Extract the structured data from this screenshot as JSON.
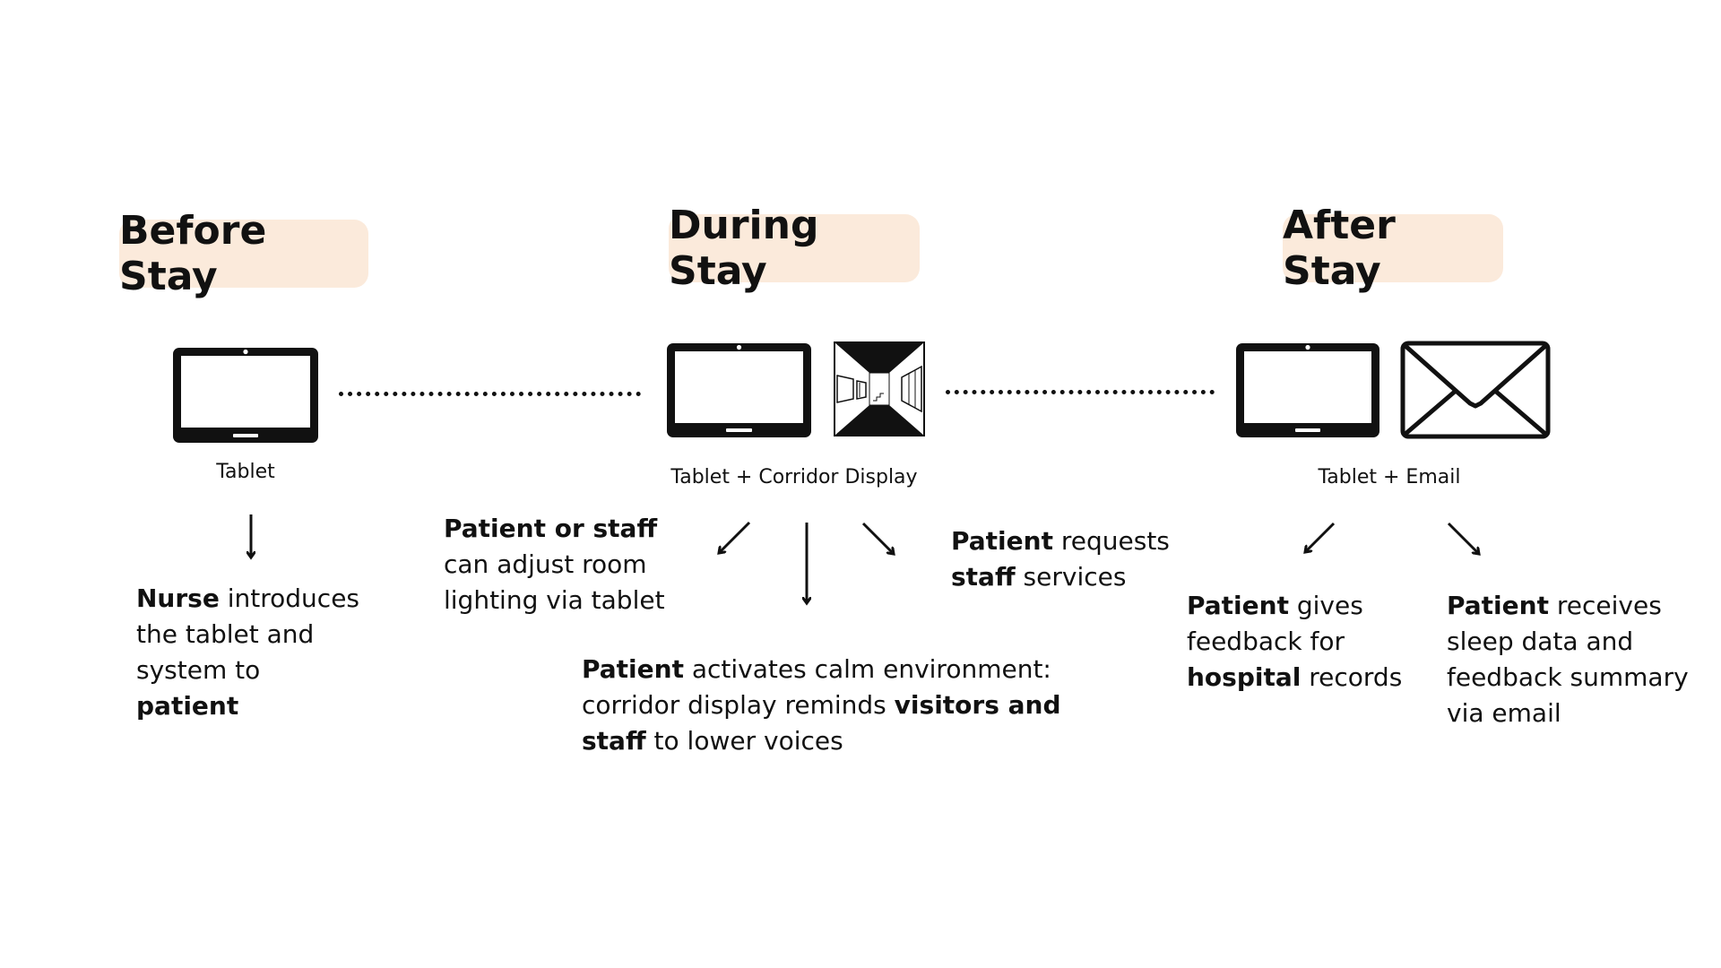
{
  "phases": {
    "before": {
      "title": "Before Stay",
      "device_label": "Tablet",
      "steps": [
        {
          "parts": [
            {
              "t": "Nurse",
              "b": true
            },
            {
              "t": " introduces the tablet and system to ",
              "b": false
            },
            {
              "t": "patient",
              "b": true
            }
          ]
        }
      ]
    },
    "during": {
      "title": "During Stay",
      "device_label": "Tablet + Corridor Display",
      "steps": [
        {
          "parts": [
            {
              "t": "Patient or staff",
              "b": true
            },
            {
              "t": " can adjust room lighting via tablet",
              "b": false
            }
          ]
        },
        {
          "parts": [
            {
              "t": "Patient",
              "b": true
            },
            {
              "t": " activates calm environment: corridor display reminds ",
              "b": false
            },
            {
              "t": "visitors and staff",
              "b": true
            },
            {
              "t": " to lower voices",
              "b": false
            }
          ]
        },
        {
          "parts": [
            {
              "t": "Patient",
              "b": true
            },
            {
              "t": " requests ",
              "b": false
            },
            {
              "t": "staff",
              "b": true
            },
            {
              "t": " services",
              "b": false
            }
          ]
        }
      ]
    },
    "after": {
      "title": "After Stay",
      "device_label": "Tablet + Email",
      "steps": [
        {
          "parts": [
            {
              "t": "Patient",
              "b": true
            },
            {
              "t": " gives feedback for ",
              "b": false
            },
            {
              "t": "hospital",
              "b": true
            },
            {
              "t": " records",
              "b": false
            }
          ]
        },
        {
          "parts": [
            {
              "t": "Patient",
              "b": true
            },
            {
              "t": " receives sleep data and feedback summary via email",
              "b": false
            }
          ]
        }
      ]
    }
  },
  "icons": [
    "tablet-icon",
    "corridor-display-icon",
    "email-icon",
    "arrow-icon"
  ],
  "colors": {
    "title_bg": "#fbeadb",
    "ink": "#111111"
  }
}
